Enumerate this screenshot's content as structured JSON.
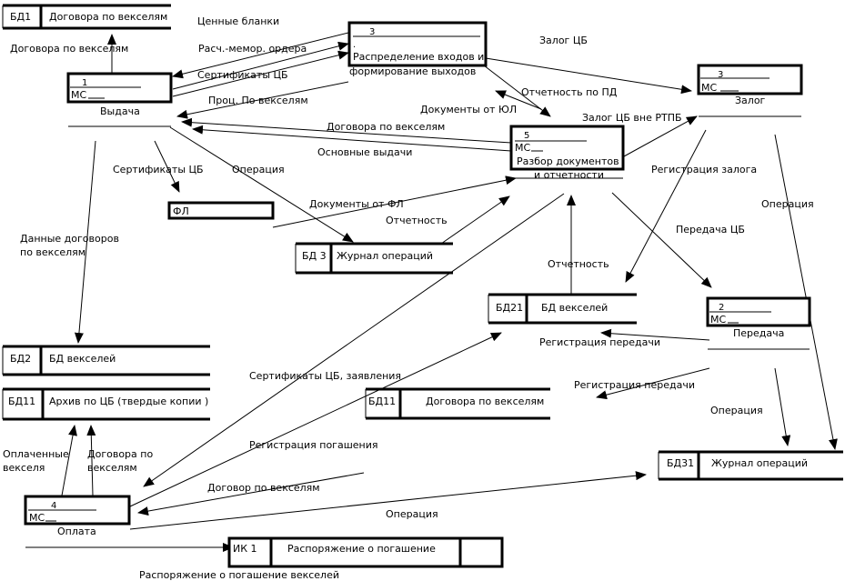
{
  "processes": {
    "p1": {
      "num": "1",
      "role": "МС",
      "name": "Выдача"
    },
    "p2": {
      "num": "2",
      "role": "МС",
      "name": "Передача"
    },
    "p3": {
      "num": "3",
      "role": "МС",
      "name": "Залог"
    },
    "p3top": {
      "num": "3",
      "role": ".",
      "name_line1": "Распределение входов и",
      "name_line2": "формирование выходов"
    },
    "p4": {
      "num": "4",
      "role": "МС",
      "name": "Оплата"
    },
    "p5": {
      "num": "5",
      "role": "МС",
      "name_line1": "Разбор документов",
      "name_line2": "и отчетности"
    }
  },
  "stores": {
    "bd1": {
      "id": "БД1",
      "name": "Договора по векселям"
    },
    "fl": {
      "id": "ФЛ",
      "name": ""
    },
    "bd3": {
      "id": "БД 3",
      "name": "Журнал операций"
    },
    "bd21": {
      "id": "БД21",
      "name": "БД векселей"
    },
    "bd2": {
      "id": "БД2",
      "name": "БД векселей"
    },
    "bd11a": {
      "id": "БД11",
      "name": "Архив по ЦБ (твердые копии )"
    },
    "bd11b": {
      "id": "БД11",
      "name": "Договора по векселям"
    },
    "bd31": {
      "id": "БД31",
      "name": "Журнал операций"
    },
    "ik1": {
      "id": "ИК 1",
      "name": "Распоряжение о погашение"
    }
  },
  "flows": {
    "f01": "Ценные бланки",
    "f02": "Договора по векселям",
    "f03": "Расч.-мемор. ордера",
    "f04": "Сертификаты ЦБ",
    "f05": "Проц. По векселям",
    "f06": "Договора по векселям",
    "f07": "Основные выдачи",
    "f08": "Документы от ЮЛ",
    "f09": "Отчетность по ПД",
    "f10": "Залог ЦБ",
    "f11": "Залог ЦБ вне РТПБ",
    "f12": "Сертификаты ЦБ",
    "f13": "Операция",
    "f14": "Документы от ФЛ",
    "f15": "Отчетность",
    "f16": "Данные договоров",
    "f16b": "по векселям",
    "f17": "Регистрация залога",
    "f18": "Передача ЦБ",
    "f19": "Операция",
    "f20": "Отчетность",
    "f21": "Регистрация передачи",
    "f22": "Сертификаты ЦБ, заявления",
    "f23": "Регистрация передачи",
    "f24": "Операция",
    "f25": "Оплаченные",
    "f25b": "векселя",
    "f26": "Договора по",
    "f26b": "векселям",
    "f27": "Регистрация погашения",
    "f28": "Договор по векселям",
    "f29": "Операция",
    "f30": "Распоряжение о погашение векселей"
  }
}
